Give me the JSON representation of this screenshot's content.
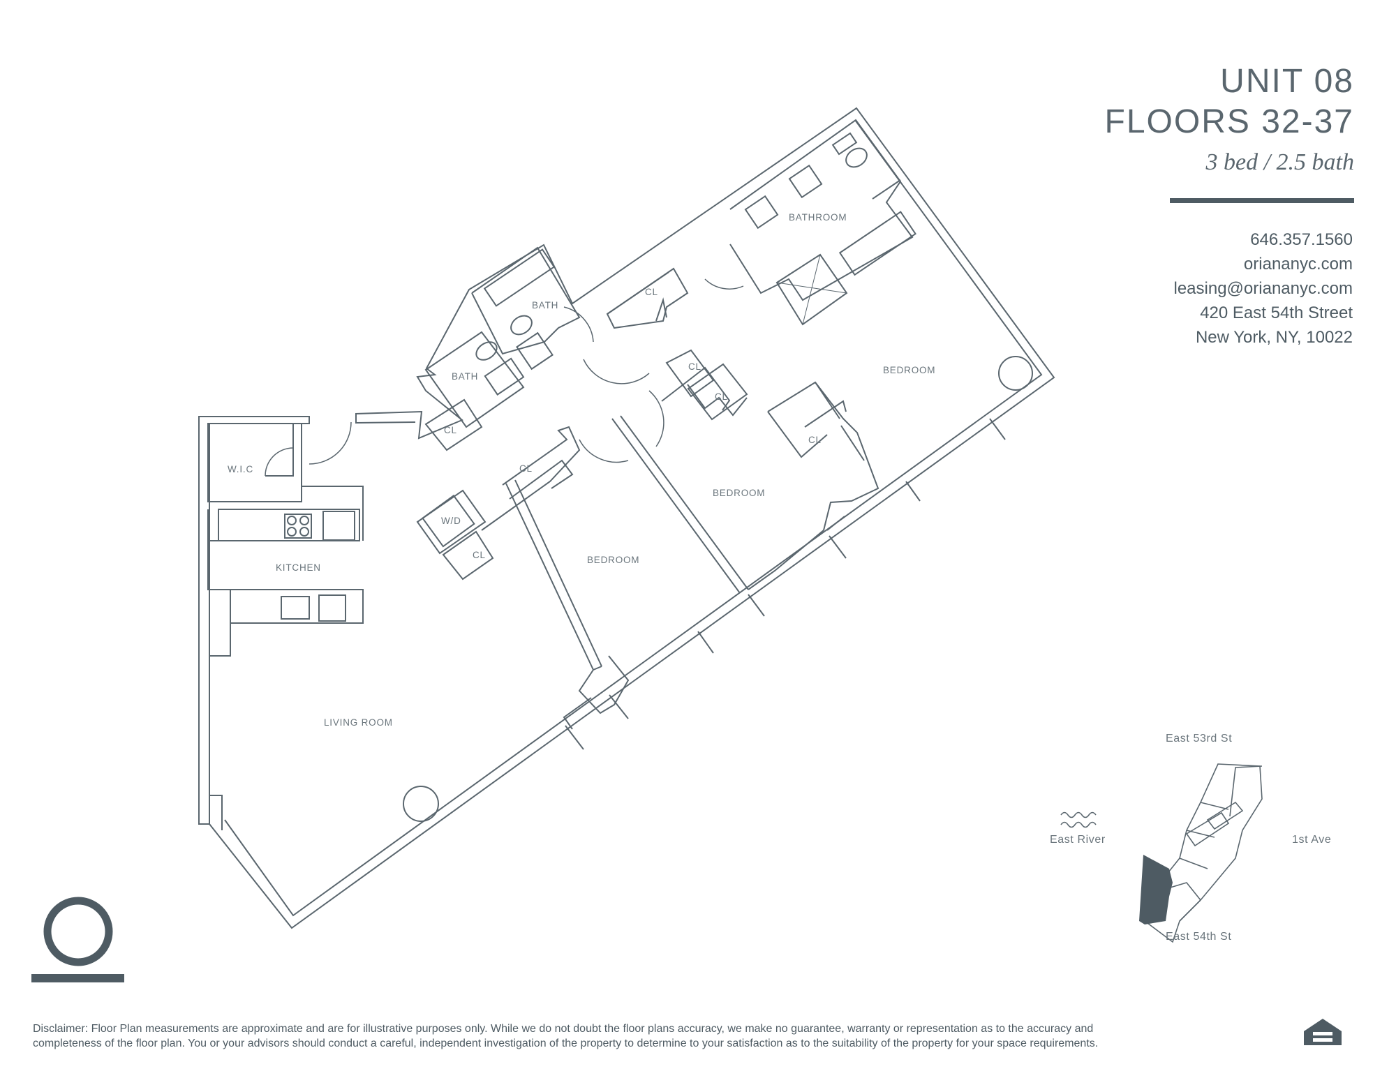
{
  "header": {
    "unit": "UNIT 08",
    "floors": "FLOORS 32-37",
    "beds_baths": "3 bed / 2.5 bath"
  },
  "contact": {
    "phone": "646.357.1560",
    "website": "oriananyc.com",
    "email": "leasing@oriananyc.com",
    "address_line1": "420 East 54th Street",
    "address_line2": "New York, NY, 10022"
  },
  "rooms": {
    "bathroom": "BATHROOM",
    "bath_upper": "BATH",
    "bath_lower": "BATH",
    "cl_hall_top": "CL",
    "cl_hall_mid": "CL",
    "cl_bed_mid": "CL",
    "cl_bed_right": "CL",
    "cl_entry": "CL",
    "cl_bed_left": "CL",
    "cl_wd": "CL",
    "bedroom_right": "BEDROOM",
    "bedroom_middle": "BEDROOM",
    "bedroom_left": "BEDROOM",
    "wic": "W.I.C",
    "wd": "W/D",
    "kitchen": "KITCHEN",
    "living_room": "LIVING ROOM"
  },
  "keymap": {
    "north": "East 53rd St",
    "south": "East 54th St",
    "west": "East River",
    "east": "1st Ave"
  },
  "disclaimer": {
    "line1": "Disclaimer:  Floor Plan measurements are approximate and are for illustrative purposes only. While we do not doubt the floor plans accuracy, we make no guarantee, warranty or representation as to the accuracy and",
    "line2": "completeness of the floor plan. You or your advisors should conduct a careful, independent investigation of the property to determine to your satisfaction as to the suitability of the property for your space requirements."
  },
  "colors": {
    "ink": "#4e5b63",
    "line": "#5a666e",
    "highlight": "#4e5b63"
  }
}
